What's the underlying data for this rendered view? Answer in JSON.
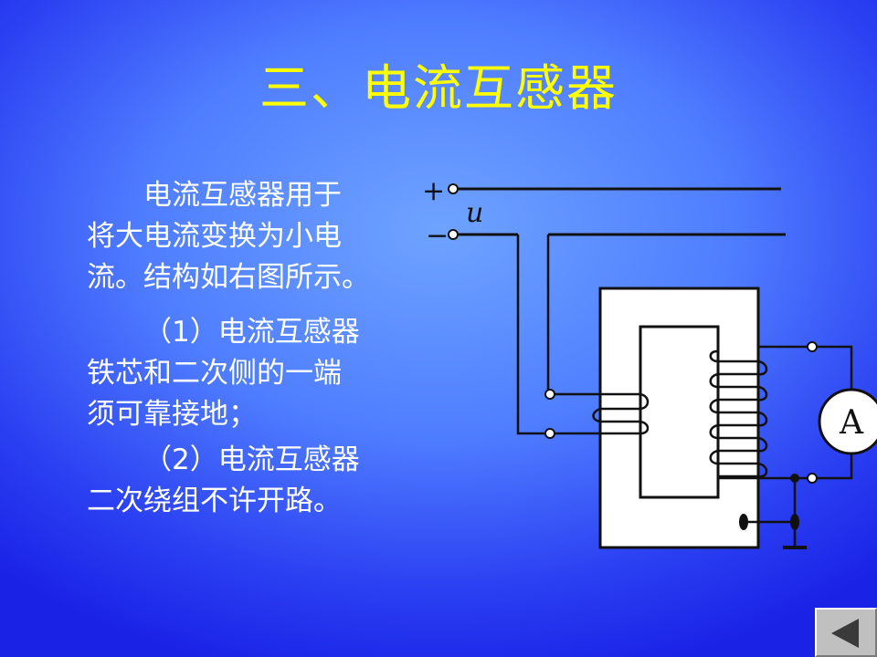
{
  "title": "三、电流互感器",
  "paragraphs": {
    "p1": [
      "电流互感器用于",
      "将大电流变换为小电",
      "流。结构如右图所示。"
    ],
    "p2": [
      "（1）电流互感器",
      "铁芯和二次侧的一端",
      "须可靠接地；"
    ],
    "p3": [
      "（2）电流互感器",
      "二次绕组不许开路。"
    ]
  },
  "diagram": {
    "plus_label": "+",
    "minus_label": "−",
    "voltage_label": "u",
    "ammeter_label": "A"
  },
  "nav": {
    "icon": "back-arrow-icon"
  }
}
